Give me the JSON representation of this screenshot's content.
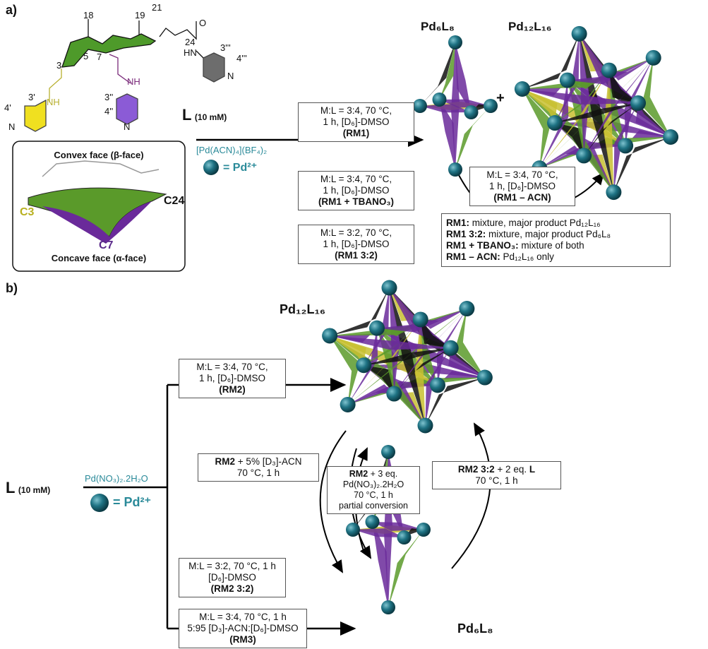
{
  "panel_a": {
    "label": "a)",
    "ligand": {
      "atom_labels": [
        "18",
        "19",
        "21",
        "24",
        "3",
        "5",
        "7",
        "3'",
        "4'",
        "3''",
        "4''",
        "3'''",
        "4'''"
      ],
      "nh": "NH",
      "hn": "HN",
      "o": "O",
      "n": "N"
    },
    "L": "L",
    "L_conc": "(10 mM)",
    "reagent": "[Pd(ACN)₄](BF₄)₂",
    "pd_eq": "= Pd²⁺",
    "inset": {
      "top": "Convex face (β-face)",
      "bottom": "Concave face (α-face)",
      "c3": "C3",
      "c24": "C24",
      "c7": "C7"
    },
    "conditions": [
      {
        "lines": [
          "M:L = 3:4, 70 °C,",
          "1 h, [D₆]-DMSO"
        ],
        "code": "(RM1)"
      },
      {
        "lines": [
          "M:L = 3:4, 70 °C,",
          "1 h, [D₆]-DMSO"
        ],
        "code": "(RM1 + TBANO₃)"
      },
      {
        "lines": [
          "M:L = 3:2, 70 °C,",
          "1 h, [D₆]-DMSO"
        ],
        "code": "(RM1 3:2)"
      }
    ],
    "products": {
      "small": "Pd₆L₈",
      "plus": "+",
      "large": "Pd₁₂L₁₆"
    },
    "conversion": {
      "lines": [
        "M:L = 3:4, 70 °C,",
        "1 h, [D₆]-DMSO"
      ],
      "code": "(RM1 – ACN)"
    },
    "notes": [
      {
        "key": "RM1:",
        "text": " mixture, major product Pd₁₂L₁₆"
      },
      {
        "key": "RM1 3:2:",
        "text": " mixture, major product Pd₆L₈"
      },
      {
        "key": "RM1 + TBANO₃:",
        "text": " mixture of both"
      },
      {
        "key": "RM1 – ACN:",
        "text": " Pd₁₂L₁₆ only"
      }
    ]
  },
  "panel_b": {
    "label": "b)",
    "L": "L",
    "L_conc": "(10 mM)",
    "reagent": "Pd(NO₃)₂.2H₂O",
    "pd_eq": "= Pd²⁺",
    "large": "Pd₁₂L₁₆",
    "small": "Pd₆L₈",
    "rm2": {
      "lines": [
        "M:L = 3:4, 70 °C,",
        "1 h, [D₆]-DMSO"
      ],
      "code": "(RM2)"
    },
    "rm2_32": {
      "lines": [
        "M:L = 3:2, 70 °C, 1 h",
        "[D₆]-DMSO"
      ],
      "code": "(RM2 3:2)"
    },
    "rm3": {
      "lines": [
        "M:L = 3:4, 70 °C, 1 h",
        "5:95 [D₃]-ACN:[D₆]-DMSO"
      ],
      "code": "(RM3)"
    },
    "acn": {
      "key": "RM2",
      "rest": " + 5% [D₃]-ACN",
      "line2": "70 °C, 1 h"
    },
    "pd_add": {
      "key": "RM2",
      "rest": " + 3 eq.",
      "lines": [
        "Pd(NO₃)₂.2H₂O",
        "70 °C, 1 h",
        "partial conversion"
      ]
    },
    "lig_add": {
      "key": "RM2 3:2",
      "rest": " + 2 eq. ",
      "lkey": "L",
      "line2": "70 °C, 1 h"
    }
  },
  "colors": {
    "teal": "#1f6f80",
    "green": "#5a9a2a",
    "purple": "#6a2a9a",
    "yellow": "#c8c030",
    "black": "#111111"
  }
}
